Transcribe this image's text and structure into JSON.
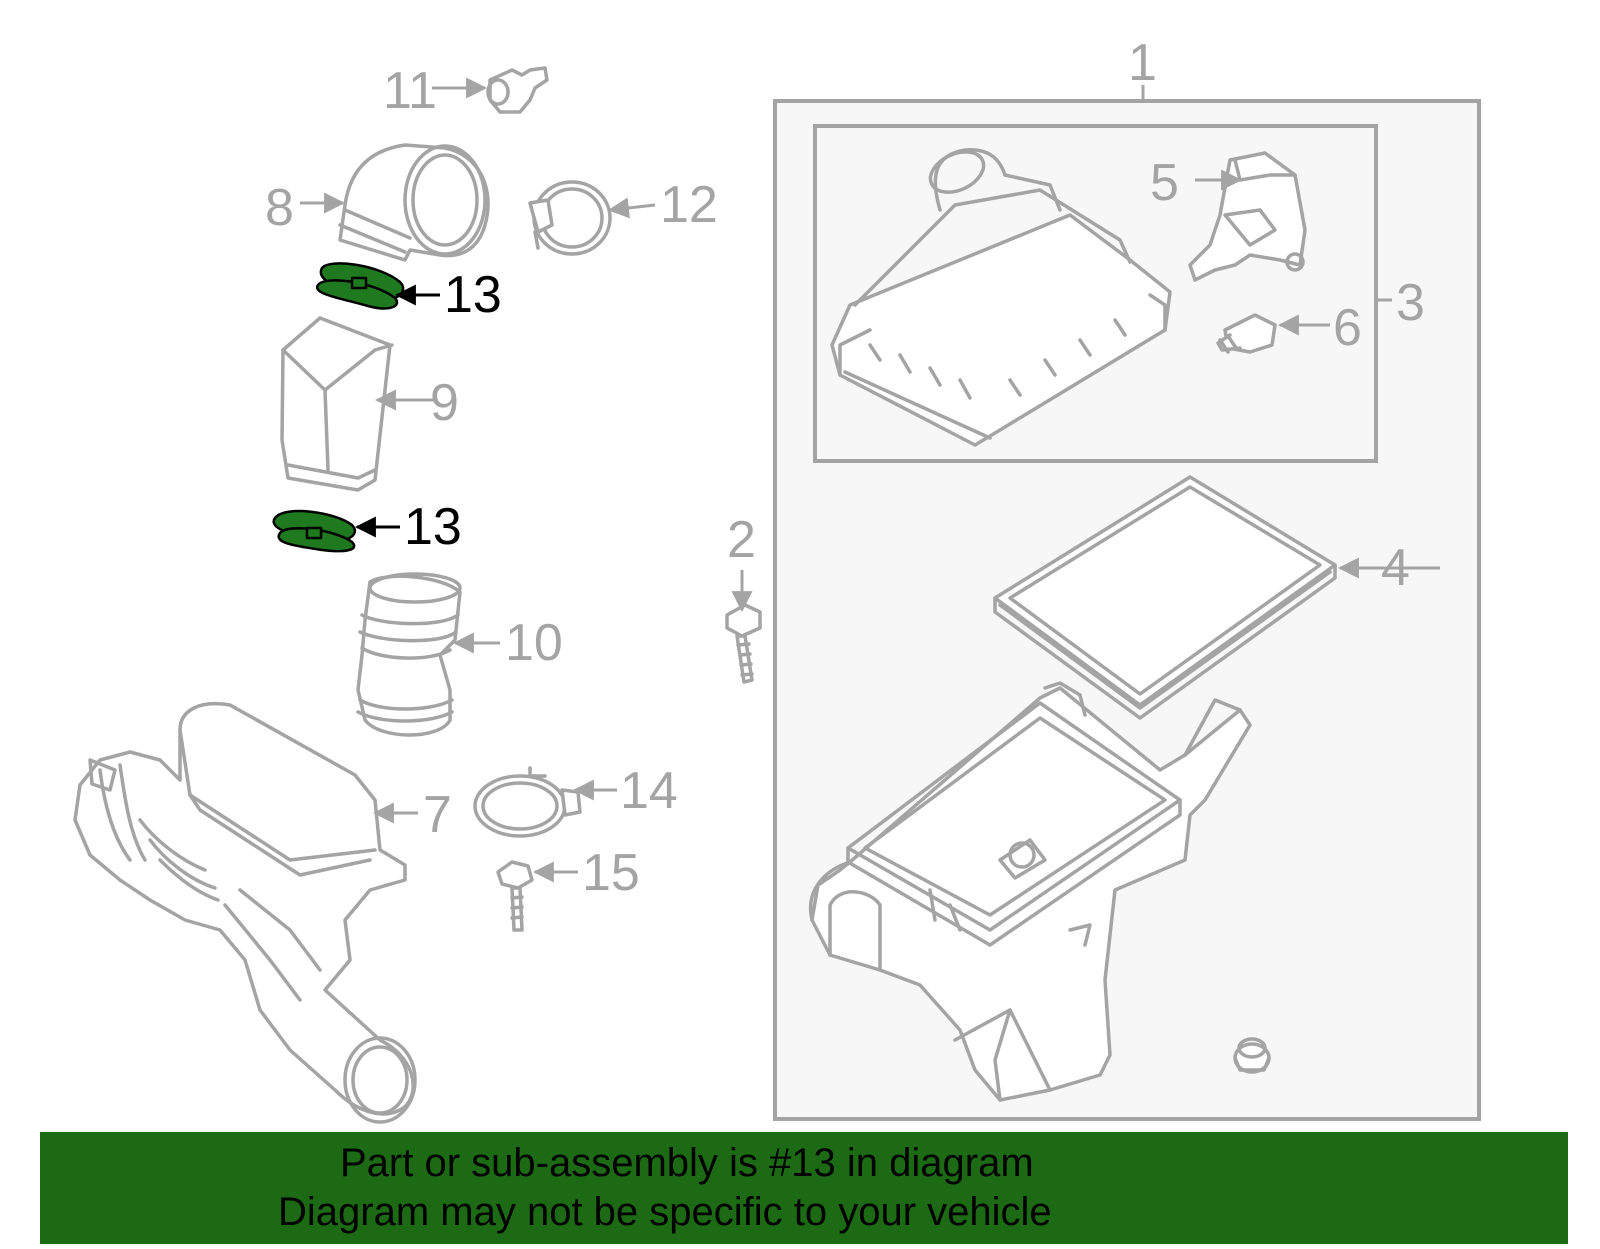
{
  "callouts": {
    "c1": "1",
    "c2": "2",
    "c3": "3",
    "c4": "4",
    "c5": "5",
    "c6": "6",
    "c7": "7",
    "c8": "8",
    "c9": "9",
    "c10": "10",
    "c11": "11",
    "c12": "12",
    "c13a": "13",
    "c13b": "13",
    "c14": "14",
    "c15": "15"
  },
  "highlighted_part": "13",
  "colors": {
    "line_gray": "#a4a4a4",
    "highlight_green": "#1f7a1f",
    "banner_green": "#1c6b14",
    "text_black": "#000000"
  },
  "banner": {
    "line1": "Part or sub-assembly is #13 in diagram",
    "line2": "Diagram may not be specific to your vehicle"
  }
}
